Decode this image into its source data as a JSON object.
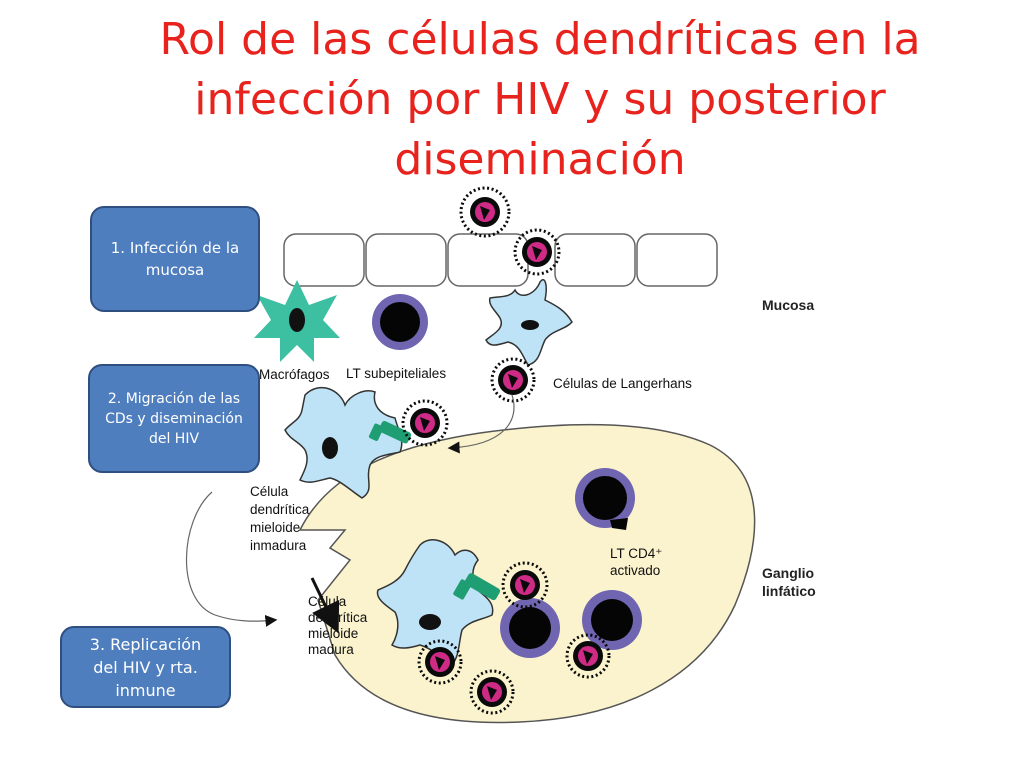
{
  "title": {
    "lines": [
      "Rol de las células dendríticas en la",
      "infección por HIV y su posterior",
      "diseminación"
    ]
  },
  "steps": [
    {
      "lines": [
        "1. Infección de la",
        "mucosa"
      ]
    },
    {
      "lines": [
        "2. Migración de las",
        "CDs y diseminación",
        "del HIV"
      ]
    },
    {
      "lines": [
        "3. Replicación",
        "del HIV y rta.",
        "inmune"
      ]
    }
  ],
  "labels": {
    "macrofagos": "Macrófagos",
    "lt_subepiteliales": "LT subepiteliales",
    "langerhans": "Células de Langerhans",
    "mucosa": "Mucosa",
    "cd_inmadura": [
      "Célula",
      "dendrítica",
      "mieloide",
      "inmadura"
    ],
    "cd_madura": [
      "Célula",
      "dendrítica",
      "mieloide",
      "madura"
    ],
    "lt_cd4": [
      "LT CD4⁺",
      "activado"
    ],
    "ganglio": [
      "Ganglio",
      "linfático"
    ]
  },
  "colors": {
    "title": "#e8231e",
    "step_box": "#4f7ebf",
    "macrophage": "#3dbfa1",
    "lymphocyte": "#7065b0",
    "dendritic_cell": "#bfe3f6",
    "lymph_node": "#faf3cd",
    "receptor": "#1f9e74",
    "virus_core": "#cf2a86"
  }
}
